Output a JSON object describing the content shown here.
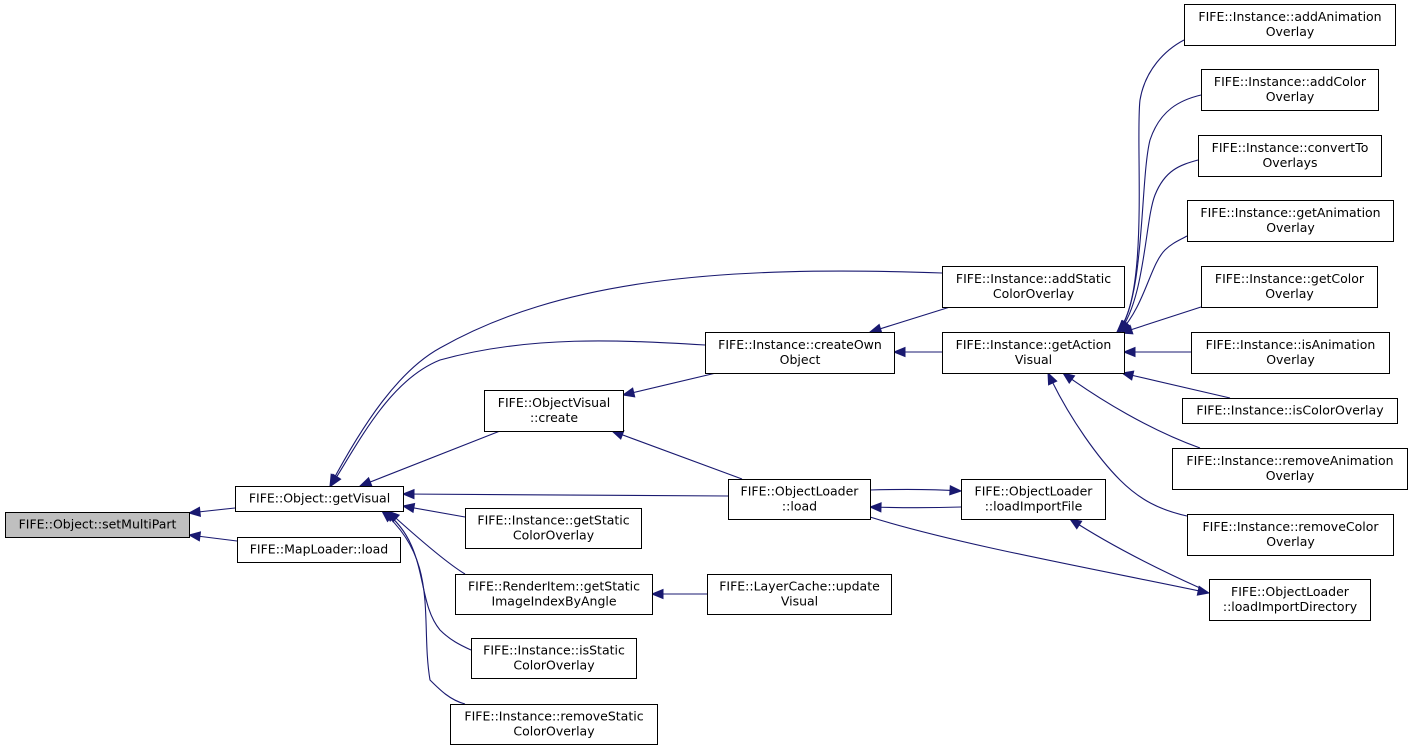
{
  "diagram": {
    "colors": {
      "edge": "#191970",
      "node_fill": "#ffffff",
      "root_fill": "#bfbfbf",
      "border": "#000000",
      "text": "#000000"
    },
    "nodes": [
      {
        "id": "setMultiPart",
        "lines": [
          "FIFE::Object::setMultiPart"
        ],
        "root": true
      },
      {
        "id": "getVisual",
        "lines": [
          "FIFE::Object::getVisual"
        ]
      },
      {
        "id": "MapLoader_load",
        "lines": [
          "FIFE::MapLoader::load"
        ]
      },
      {
        "id": "addStaticColorOverlay",
        "lines": [
          "FIFE::Instance::addStatic",
          "ColorOverlay"
        ]
      },
      {
        "id": "createOwnObject",
        "lines": [
          "FIFE::Instance::createOwn",
          "Object"
        ]
      },
      {
        "id": "ObjectVisual_create",
        "lines": [
          "FIFE::ObjectVisual",
          "::create"
        ]
      },
      {
        "id": "ObjectLoader_load",
        "lines": [
          "FIFE::ObjectLoader",
          "::load"
        ]
      },
      {
        "id": "getStaticColorOverlay",
        "lines": [
          "FIFE::Instance::getStatic",
          "ColorOverlay"
        ]
      },
      {
        "id": "getStaticImageIndexByAngle",
        "lines": [
          "FIFE::RenderItem::getStatic",
          "ImageIndexByAngle"
        ]
      },
      {
        "id": "isStaticColorOverlay",
        "lines": [
          "FIFE::Instance::isStatic",
          "ColorOverlay"
        ]
      },
      {
        "id": "removeStaticColorOverlay",
        "lines": [
          "FIFE::Instance::removeStatic",
          "ColorOverlay"
        ]
      },
      {
        "id": "getActionVisual",
        "lines": [
          "FIFE::Instance::getAction",
          "Visual"
        ]
      },
      {
        "id": "loadImportFile",
        "lines": [
          "FIFE::ObjectLoader",
          "::loadImportFile"
        ]
      },
      {
        "id": "updateVisual",
        "lines": [
          "FIFE::LayerCache::update",
          "Visual"
        ]
      },
      {
        "id": "addAnimationOverlay",
        "lines": [
          "FIFE::Instance::addAnimation",
          "Overlay"
        ]
      },
      {
        "id": "addColorOverlay",
        "lines": [
          "FIFE::Instance::addColor",
          "Overlay"
        ]
      },
      {
        "id": "convertToOverlays",
        "lines": [
          "FIFE::Instance::convertTo",
          "Overlays"
        ]
      },
      {
        "id": "getAnimationOverlay",
        "lines": [
          "FIFE::Instance::getAnimation",
          "Overlay"
        ]
      },
      {
        "id": "getColorOverlay",
        "lines": [
          "FIFE::Instance::getColor",
          "Overlay"
        ]
      },
      {
        "id": "isAnimationOverlay",
        "lines": [
          "FIFE::Instance::isAnimation",
          "Overlay"
        ]
      },
      {
        "id": "isColorOverlay",
        "lines": [
          "FIFE::Instance::isColorOverlay"
        ]
      },
      {
        "id": "removeAnimationOverlay",
        "lines": [
          "FIFE::Instance::removeAnimation",
          "Overlay"
        ]
      },
      {
        "id": "removeColorOverlay",
        "lines": [
          "FIFE::Instance::removeColor",
          "Overlay"
        ]
      },
      {
        "id": "loadImportDirectory",
        "lines": [
          "FIFE::ObjectLoader",
          "::loadImportDirectory"
        ]
      }
    ],
    "edges": [
      {
        "from": "getVisual",
        "to": "setMultiPart"
      },
      {
        "from": "MapLoader_load",
        "to": "setMultiPart"
      },
      {
        "from": "addStaticColorOverlay",
        "to": "getVisual"
      },
      {
        "from": "createOwnObject",
        "to": "getVisual"
      },
      {
        "from": "ObjectVisual_create",
        "to": "getVisual"
      },
      {
        "from": "ObjectLoader_load",
        "to": "getVisual"
      },
      {
        "from": "getStaticColorOverlay",
        "to": "getVisual"
      },
      {
        "from": "getStaticImageIndexByAngle",
        "to": "getVisual"
      },
      {
        "from": "isStaticColorOverlay",
        "to": "getVisual"
      },
      {
        "from": "removeStaticColorOverlay",
        "to": "getVisual"
      },
      {
        "from": "createOwnObject",
        "to": "ObjectVisual_create"
      },
      {
        "from": "ObjectLoader_load",
        "to": "ObjectVisual_create"
      },
      {
        "from": "addStaticColorOverlay",
        "to": "createOwnObject"
      },
      {
        "from": "getActionVisual",
        "to": "createOwnObject"
      },
      {
        "from": "loadImportFile",
        "to": "ObjectLoader_load"
      },
      {
        "from": "ObjectLoader_load",
        "to": "loadImportFile"
      },
      {
        "from": "loadImportDirectory",
        "to": "loadImportFile"
      },
      {
        "from": "ObjectLoader_load",
        "to": "loadImportDirectory"
      },
      {
        "from": "updateVisual",
        "to": "getStaticImageIndexByAngle"
      },
      {
        "from": "addAnimationOverlay",
        "to": "getActionVisual"
      },
      {
        "from": "addColorOverlay",
        "to": "getActionVisual"
      },
      {
        "from": "convertToOverlays",
        "to": "getActionVisual"
      },
      {
        "from": "getAnimationOverlay",
        "to": "getActionVisual"
      },
      {
        "from": "getColorOverlay",
        "to": "getActionVisual"
      },
      {
        "from": "isAnimationOverlay",
        "to": "getActionVisual"
      },
      {
        "from": "isColorOverlay",
        "to": "getActionVisual"
      },
      {
        "from": "removeAnimationOverlay",
        "to": "getActionVisual"
      },
      {
        "from": "removeColorOverlay",
        "to": "getActionVisual"
      }
    ]
  }
}
